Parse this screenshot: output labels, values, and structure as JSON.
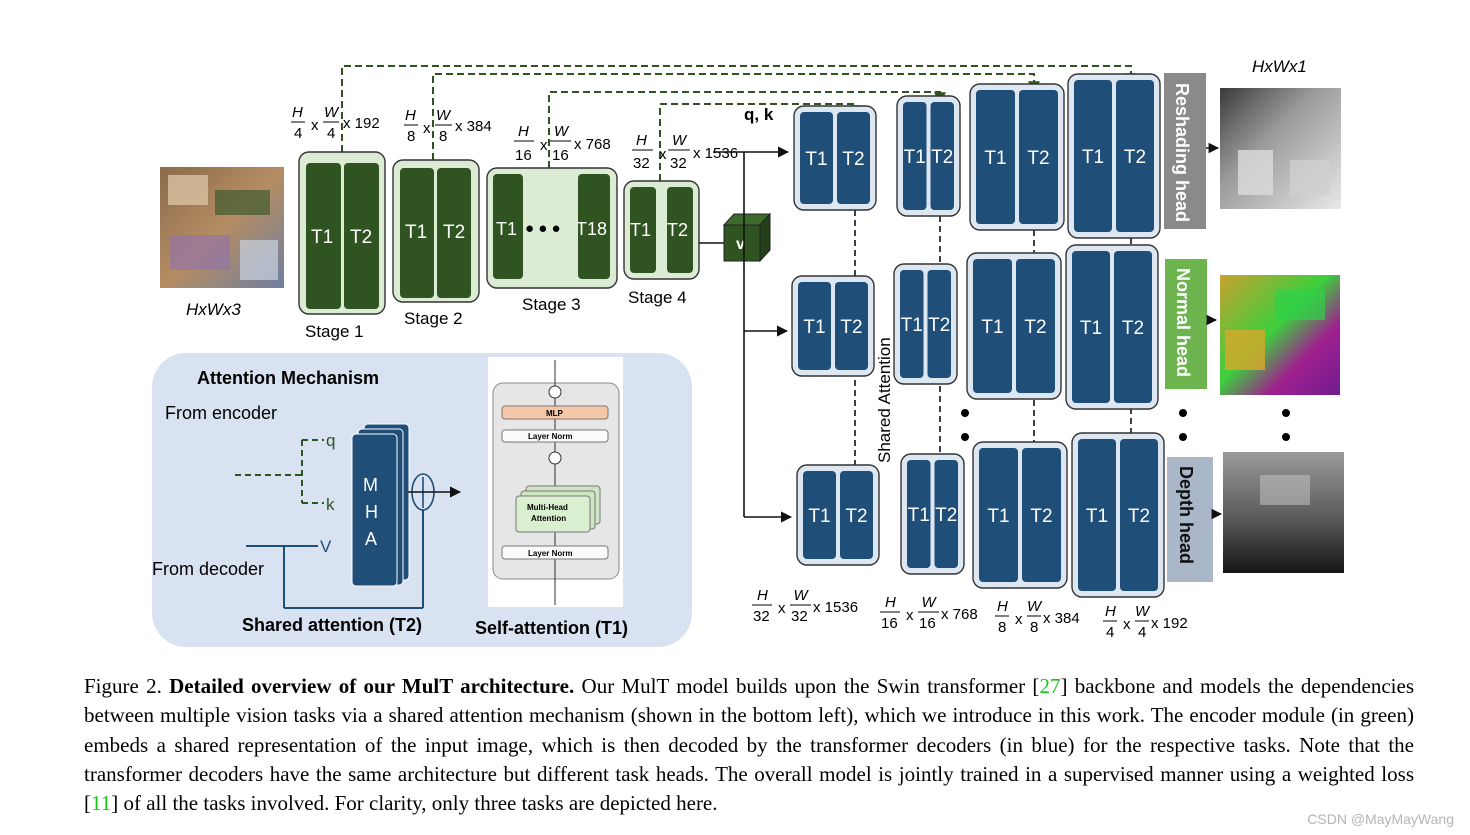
{
  "figure": {
    "input_label": "HxWx3",
    "stages": [
      {
        "name": "Stage 1",
        "dims": {
          "h": "H",
          "hd": "4",
          "w": "W",
          "wd": "4",
          "c": "x 192"
        },
        "blocks": [
          "T1",
          "T2"
        ]
      },
      {
        "name": "Stage 2",
        "dims": {
          "h": "H",
          "hd": "8",
          "w": "W",
          "wd": "8",
          "c": "x 384"
        },
        "blocks": [
          "T1",
          "T2"
        ]
      },
      {
        "name": "Stage 3",
        "dims": {
          "h": "H",
          "hd": "16",
          "w": "W",
          "wd": "16",
          "c": "x 768"
        },
        "blocks": [
          "T1",
          "T18"
        ],
        "dots": "● ● ●"
      },
      {
        "name": "Stage 4",
        "dims": {
          "h": "H",
          "hd": "32",
          "w": "W",
          "wd": "32",
          "c": "x 1536"
        },
        "blocks": [
          "T1",
          "T2"
        ]
      }
    ],
    "v_label": "v",
    "qk_label": "q, k",
    "shared_attention_label": "Shared Attention",
    "decoder_block_labels": [
      "T1",
      "T2"
    ],
    "decoder_dims": [
      {
        "h": "H",
        "hd": "32",
        "w": "W",
        "wd": "32",
        "c": "x 1536"
      },
      {
        "h": "H",
        "hd": "16",
        "w": "W",
        "wd": "16",
        "c": "x 768"
      },
      {
        "h": "H",
        "hd": "8",
        "w": "W",
        "wd": "8",
        "c": "x 384"
      },
      {
        "h": "H",
        "hd": "4",
        "w": "W",
        "wd": "4",
        "c": "x 192"
      }
    ],
    "heads": [
      {
        "label": "Reshading head",
        "color": "#8a8a8a"
      },
      {
        "label": "Normal head",
        "color": "#6db34e"
      },
      {
        "label": "Depth head",
        "color": "#a9b7c8"
      }
    ],
    "output_label": "HxWx1",
    "attention": {
      "title": "Attention Mechanism",
      "from_encoder": "From encoder",
      "from_decoder": "From decoder",
      "q": "q",
      "k": "k",
      "v": "V",
      "mha_letters": [
        "M",
        "H",
        "A"
      ],
      "shared_caption": "Shared attention (T2)",
      "self_caption": "Self-attention (T1)",
      "mlp": "MLP",
      "layer_norm": "Layer Norm",
      "mha_box": [
        "Multi-Head",
        "Attention"
      ]
    },
    "colors": {
      "encoder_green": "#2f5421",
      "encoder_bg": "#dcebd3",
      "decoder_blue": "#1f4e79",
      "decoder_bg": "#dde7f2",
      "panel_bg": "#d8e2f0",
      "dash_green": "#2f5421"
    }
  },
  "caption": {
    "prefix": "Figure 2. ",
    "lead": "Detailed overview of our MulT architecture.",
    "part1": " Our MulT model builds upon the Swin transformer [",
    "cite1": "27",
    "part2": "] backbone and models the dependencies between multiple vision tasks via a shared attention mechanism (shown in the bottom left), which we introduce in this work. The encoder module (in green) embeds a shared representation of the input image, which is then decoded by the transformer decoders (in blue) for the respective tasks. Note that the transformer decoders have the same architecture but different task heads. The overall model is jointly trained in a supervised manner using a weighted loss [",
    "cite2": "11",
    "part3": "] of all the tasks involved. For clarity, only three tasks are depicted here."
  },
  "watermark": "CSDN @MayMayWang"
}
